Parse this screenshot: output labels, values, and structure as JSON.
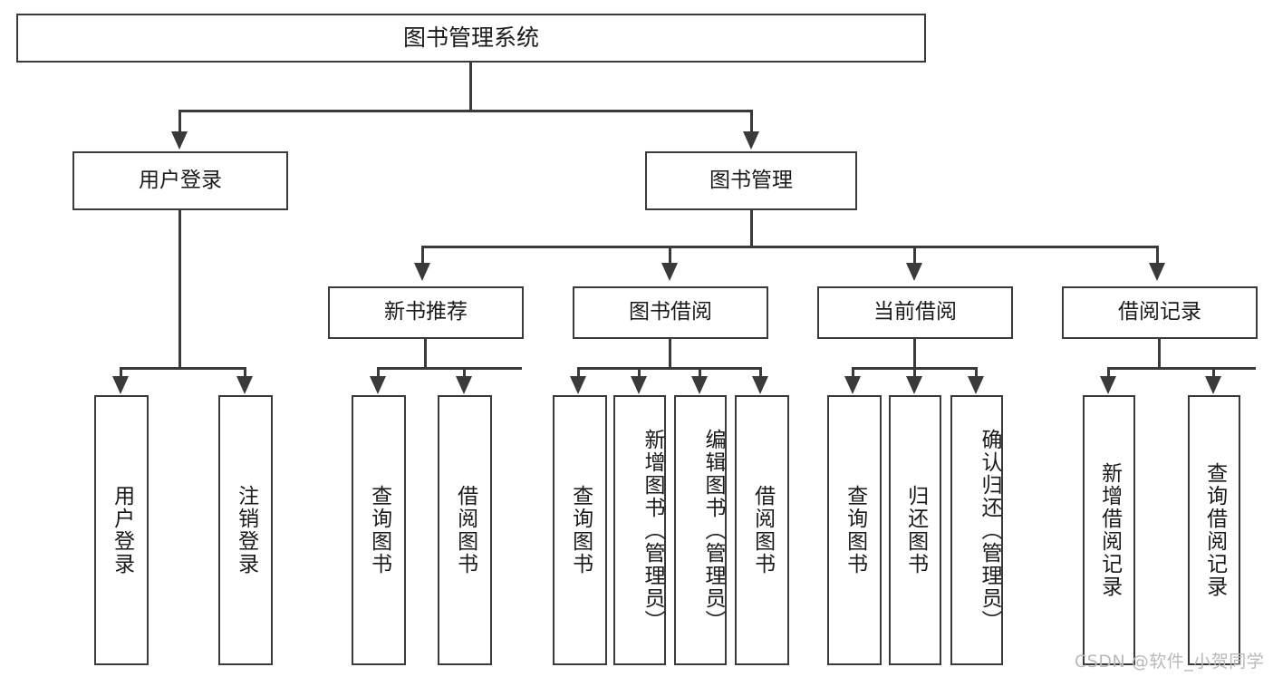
{
  "diagram": {
    "title": "图书管理系统",
    "type": "hierarchy-tree",
    "levels": 4,
    "root": {
      "label": "图书管理系统"
    },
    "level2": [
      {
        "label": "用户登录"
      },
      {
        "label": "图书管理"
      }
    ],
    "level3": [
      {
        "label": "新书推荐"
      },
      {
        "label": "图书借阅"
      },
      {
        "label": "当前借阅"
      },
      {
        "label": "借阅记录"
      }
    ],
    "leaves": {
      "user_login": [
        {
          "label": "用户登录"
        },
        {
          "label": "注销登录"
        }
      ],
      "new_book_recommend": [
        {
          "label": "查询图书"
        },
        {
          "label": "借阅图书"
        }
      ],
      "book_borrow": [
        {
          "label": "查询图书"
        },
        {
          "label": "新增图书（管理员）"
        },
        {
          "label": "编辑图书（管理员）"
        },
        {
          "label": "借阅图书"
        }
      ],
      "current_borrow": [
        {
          "label": "查询图书"
        },
        {
          "label": "归还图书"
        },
        {
          "label": "确认归还（管理员）"
        }
      ],
      "borrow_record": [
        {
          "label": "新增借阅记录"
        },
        {
          "label": "查询借阅记录"
        }
      ]
    }
  },
  "watermark": {
    "text": "CSDN @软件_小贺同学"
  },
  "colors": {
    "border": "#3a3a3a",
    "background": "#ffffff",
    "text": "#1a1a1a",
    "watermark": "#b9b9b9"
  }
}
